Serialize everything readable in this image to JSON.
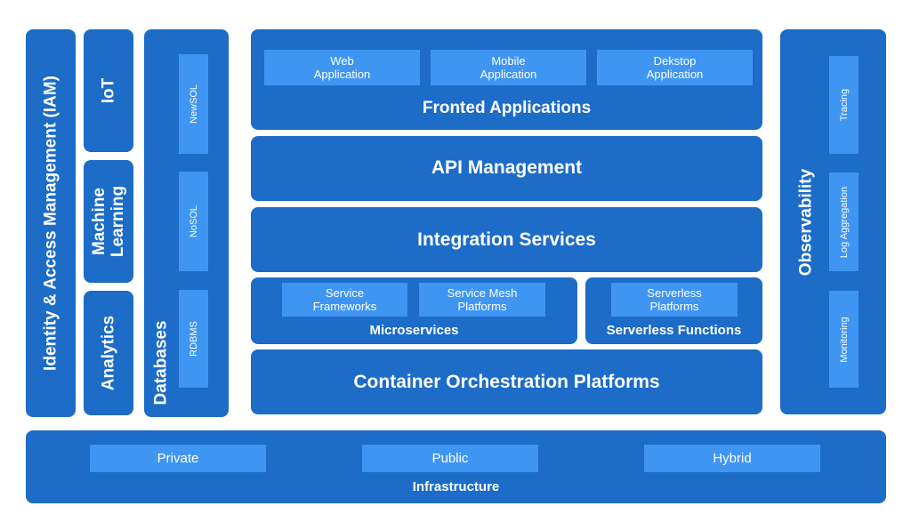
{
  "colors": {
    "panel": "#1c6cc8",
    "chip": "#3f95f2",
    "text": "#ffffff"
  },
  "iam": {
    "label": "Identity & Access Management (IAM)"
  },
  "iot": {
    "label": "IoT"
  },
  "machine_learning": {
    "label": "Machine\nLearning"
  },
  "analytics": {
    "label": "Analytics"
  },
  "databases": {
    "label": "Databases",
    "items": [
      "NewSOL",
      "NoSOL",
      "RDBMS"
    ]
  },
  "frontend": {
    "title": "Fronted Applications",
    "apps": [
      "Web\nApplication",
      "Mobile\nApplication",
      "Dekstop\nApplication"
    ]
  },
  "api_management": {
    "title": "API Management"
  },
  "integration_services": {
    "title": "Integration Services"
  },
  "microservices": {
    "title": "Microservices",
    "items": [
      "Service\nFrameworks",
      "Service Mesh\nPlatforms"
    ]
  },
  "serverless": {
    "title": "Serverless Functions",
    "items": [
      "Serverless\nPlatforms"
    ]
  },
  "container_orchestration": {
    "title": "Container Orchestration Platforms"
  },
  "observability": {
    "label": "Observability",
    "items": [
      "Tracing",
      "Log Aggregation",
      "Monitoring"
    ]
  },
  "infrastructure": {
    "title": "Infrastructure",
    "items": [
      "Private",
      "Public",
      "Hybrid"
    ]
  }
}
